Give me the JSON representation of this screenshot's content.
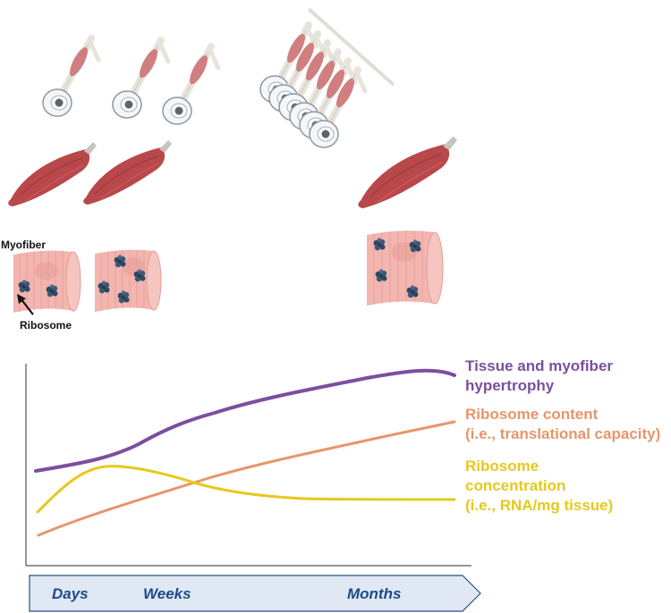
{
  "labels": {
    "myofiber": "Myofiber",
    "ribosome": "Ribosome"
  },
  "series_labels": {
    "hypertrophy": [
      "Tissue and myofiber",
      "hypertrophy"
    ],
    "ribosome_content": [
      "Ribosome content",
      "(i.e., translational capacity)"
    ],
    "ribosome_concentration": [
      "Ribosome",
      "concentration",
      "(i.e., RNA/mg tissue)"
    ]
  },
  "timeline": {
    "days": "Days",
    "weeks": "Weeks",
    "months": "Months"
  },
  "colors": {
    "hypertrophy": "#7b4f9e",
    "ribosome_content": "#e8956a",
    "ribosome_concentration": "#e6c81e",
    "timeline_fill": "#dfe8f3",
    "timeline_text": "#1f4a8a",
    "muscle": "#b8484a",
    "fiber": "#f2b5b0",
    "ribosome_icon": "#2e4860"
  },
  "icons": {
    "leg_extension": "leg-extension-machine-icon",
    "muscle": "muscle-icon",
    "fiber_section": "myofiber-section-icon",
    "ribosome": "ribosome-icon"
  }
}
